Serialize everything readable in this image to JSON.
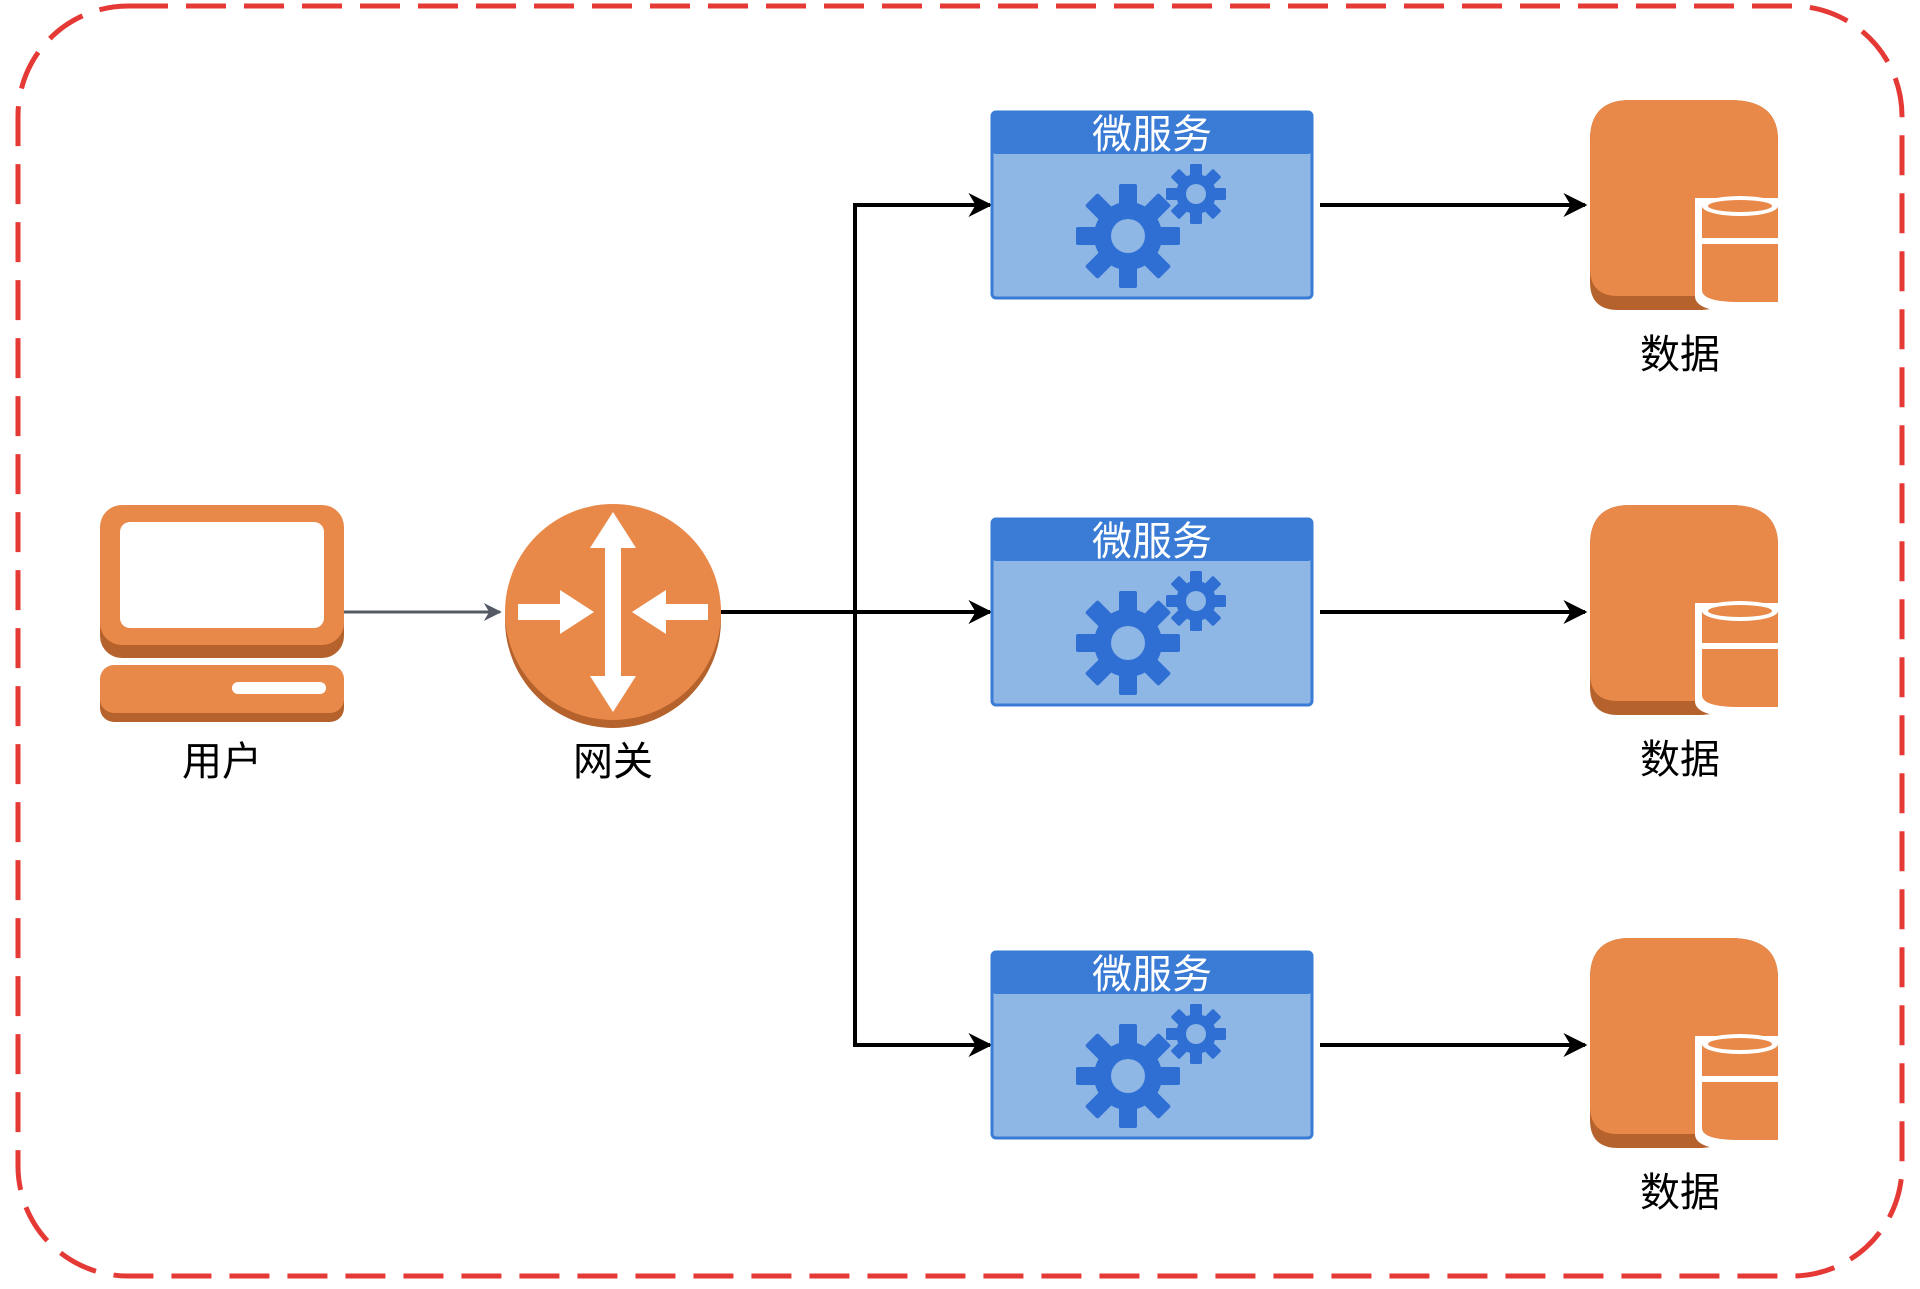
{
  "nodes": {
    "user": {
      "label": "用户"
    },
    "gateway": {
      "label": "网关"
    },
    "services": [
      {
        "title": "微服务"
      },
      {
        "title": "微服务"
      },
      {
        "title": "微服务"
      }
    ],
    "databases": [
      {
        "label": "数据"
      },
      {
        "label": "数据"
      },
      {
        "label": "数据"
      }
    ]
  },
  "colors": {
    "boundary": "#e53935",
    "orange": "#e8894a",
    "orange_dark": "#b5622c",
    "service_header": "#3a7bd5",
    "service_body": "#8fb7e6",
    "gear": "#2f6fd3",
    "edge": "#000000",
    "edge_user": "#545b64"
  }
}
